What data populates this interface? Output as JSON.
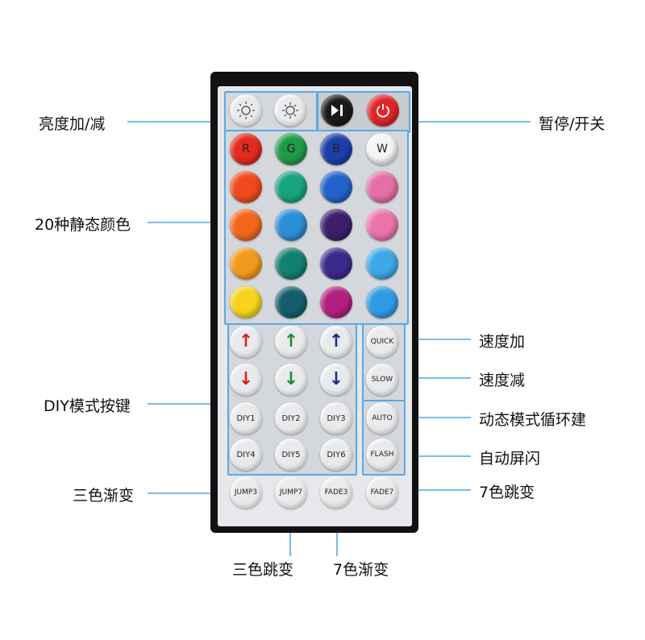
{
  "labels": {
    "brightness": "亮度加/减",
    "pause_power": "暂停/开关",
    "static_colors": "20种静态颜色",
    "quick": "速度加",
    "slow": "速度减",
    "diy": "DIY模式按键",
    "auto": "动态模式循环建",
    "flash": "自动屏闪",
    "fade3_left": "三色渐变",
    "fade7_right": "7色跳变",
    "jump3_bottom": "三色跳变",
    "fade7_bottom": "7色渐变"
  },
  "buttons": {
    "r": "R",
    "g": "G",
    "b": "B",
    "w": "W",
    "quick": "QUICK",
    "slow": "SLOW",
    "auto": "AUTO",
    "flash": "FLASH",
    "diy1": "DIY1",
    "diy2": "DIY2",
    "diy3": "DIY3",
    "diy4": "DIY4",
    "diy5": "DIY5",
    "diy6": "DIY6",
    "jump3": "JUMP3",
    "jump7": "JUMP7",
    "fade3": "FADE3",
    "fade7": "FADE7"
  },
  "colors": {
    "accent_line": "#4da6e8",
    "power": "#e0262a",
    "play": "#1a1a1a",
    "color_grid": [
      [
        "#e32a1f",
        "#1f9a48",
        "#1c3fa8",
        "#f4f4f4"
      ],
      [
        "#ee4a1c",
        "#16a37e",
        "#2362c9",
        "#e56fa6"
      ],
      [
        "#f2671c",
        "#2a8fd6",
        "#3b1f6b",
        "#ec74ad"
      ],
      [
        "#f29a1c",
        "#148070",
        "#3c2a8a",
        "#3ea8e8"
      ],
      [
        "#f6d41c",
        "#145e6c",
        "#b31f7e",
        "#2e9ce4"
      ]
    ],
    "arrow_red": "#d8261c",
    "arrow_green": "#1e8a3c",
    "arrow_blue": "#1c2f8a"
  },
  "icons": {
    "brightness_up": "sun-up-icon",
    "brightness_down": "sun-down-icon",
    "play_pause": "play-pause-icon",
    "power": "power-icon",
    "arrow_up": "arrow-up-icon",
    "arrow_down": "arrow-down-icon"
  }
}
